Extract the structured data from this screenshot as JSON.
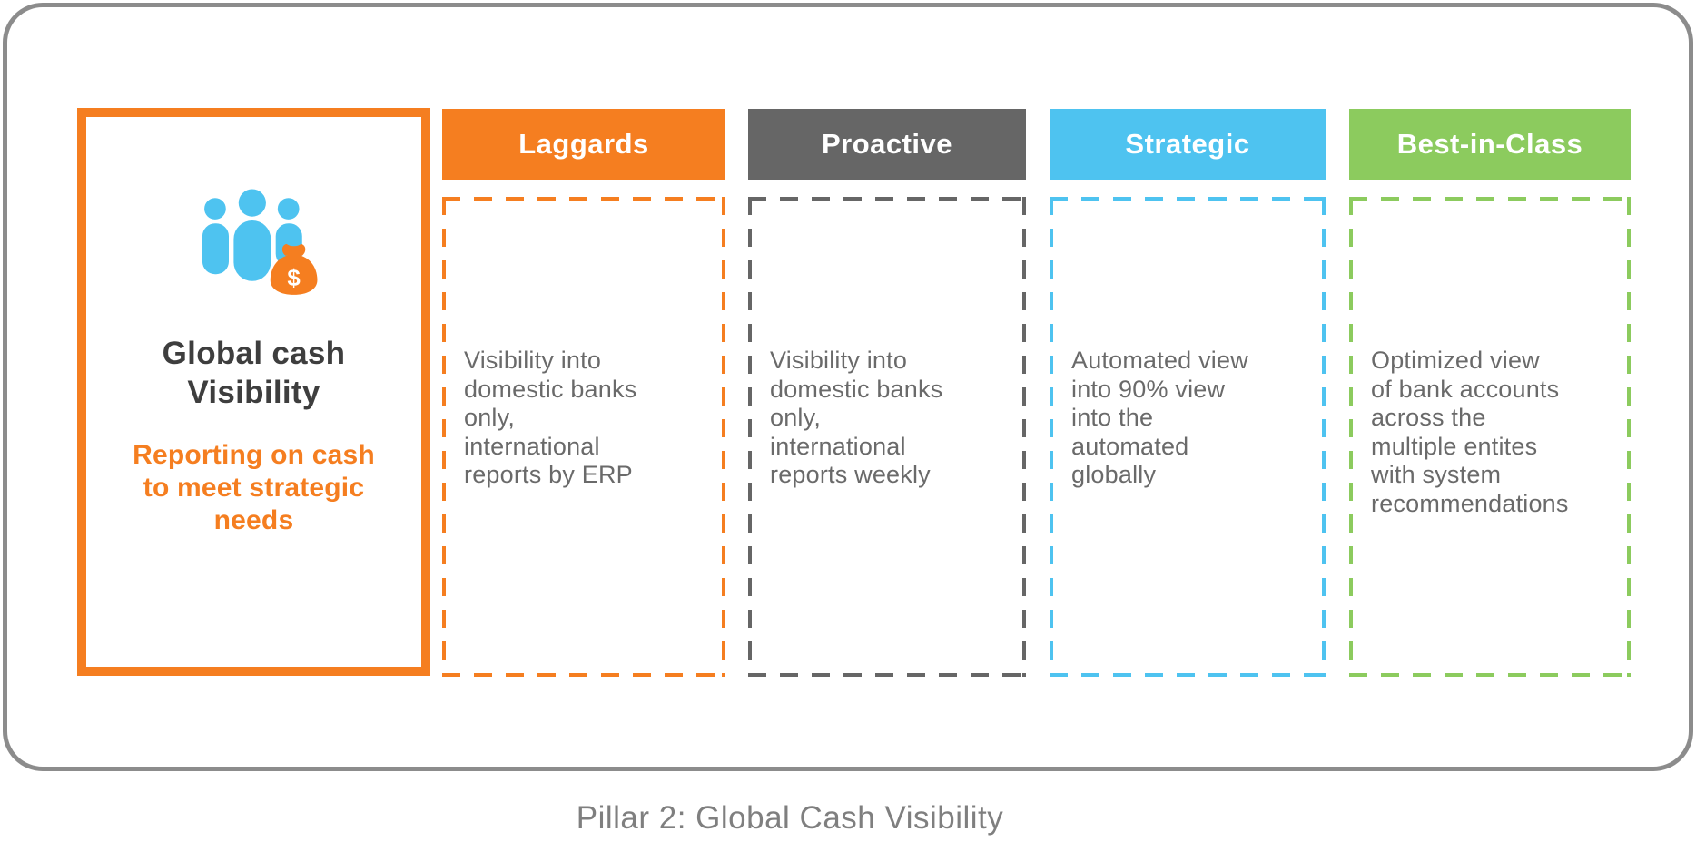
{
  "frame": {
    "border_color": "#8C8C8C"
  },
  "pillar_card": {
    "title": "Global cash\nVisibility",
    "subtitle": "Reporting on cash\nto meet strategic\nneeds",
    "border_color": "#F57E20",
    "title_color": "#3E3E3E",
    "subtitle_color": "#F57E20",
    "icon": {
      "name": "people-money-bag-icon",
      "people_color": "#4EC3F0",
      "bag_color": "#F57E20",
      "bag_symbol": "$"
    }
  },
  "columns": [
    {
      "label": "Laggards",
      "color": "#F57E20",
      "text": "Visibility into\ndomestic banks\nonly,\ninternational\nreports by ERP"
    },
    {
      "label": "Proactive",
      "color": "#666666",
      "text": "Visibility into\ndomestic banks\nonly,\ninternational\nreports weekly"
    },
    {
      "label": "Strategic",
      "color": "#4EC3F0",
      "text": "Automated view\ninto 90% view\ninto the\nautomated\nglobally"
    },
    {
      "label": "Best-in-Class",
      "color": "#8CCB5E",
      "text": "Optimized view\nof bank accounts\nacross the\nmultiple entites\nwith system\nrecommendations"
    }
  ],
  "caption": "Pillar 2: Global Cash Visibility",
  "text_colors": {
    "body": "#6A6A6A",
    "caption": "#7F7F7F",
    "header_text": "#FFFFFF"
  }
}
